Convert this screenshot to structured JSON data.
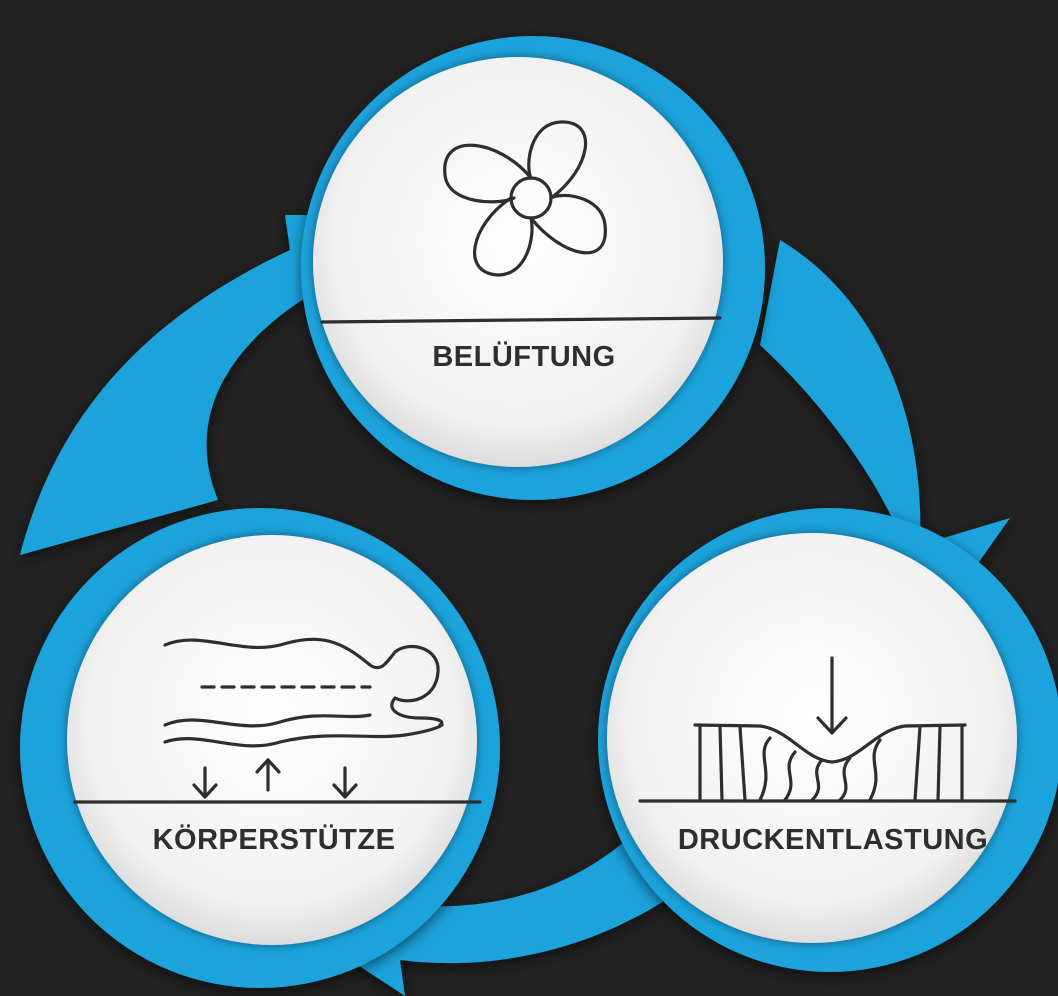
{
  "diagram": {
    "colors": {
      "background": "#222222",
      "accent": "#1aa3dc",
      "circle_fill": "#f4f4f4",
      "line_art": "#2e2e2e"
    },
    "nodes": [
      {
        "id": "top",
        "label": "BELÜFTUNG",
        "icon": "fan-icon"
      },
      {
        "id": "right",
        "label": "DRUCKENTLASTUNG",
        "icon": "pressure-relief-icon"
      },
      {
        "id": "left",
        "label": "KÖRPERSTÜTZE",
        "icon": "body-support-icon"
      }
    ],
    "cycle": [
      "BELÜFTUNG",
      "DRUCKENTLASTUNG",
      "KÖRPERSTÜTZE"
    ]
  }
}
